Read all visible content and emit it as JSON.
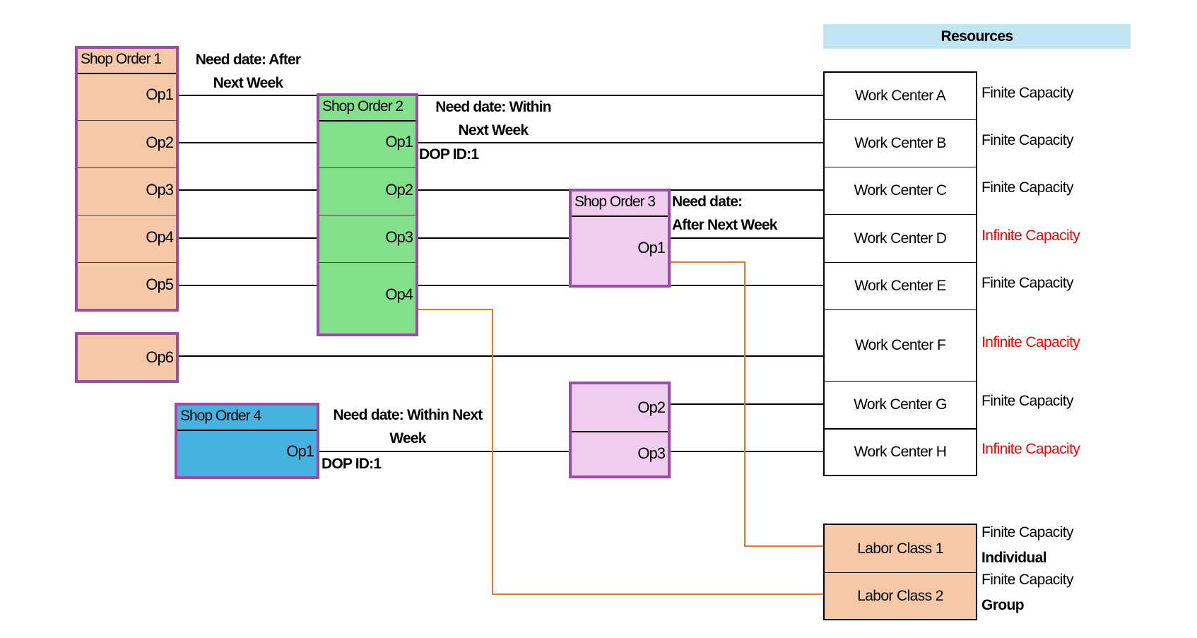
{
  "colors": {
    "box_border": "#9a4ca8",
    "shop_order_1": "#f5c9a8",
    "shop_order_2": "#82e08a",
    "shop_order_3": "#f0cdee",
    "shop_order_4": "#45b3e0",
    "labor": "#f5c9a8",
    "resources_header": "#c0e6f4",
    "link_line": "#e8752c",
    "infinite_text": "#ff0000"
  },
  "resources": {
    "header": "Resources",
    "work_centers": [
      {
        "name": "Work Center A",
        "capacity": "Finite Capacity",
        "infinite": false
      },
      {
        "name": "Work Center B",
        "capacity": "Finite Capacity",
        "infinite": false
      },
      {
        "name": "Work Center C",
        "capacity": "Finite Capacity",
        "infinite": false
      },
      {
        "name": "Work Center D",
        "capacity": "Infinite Capacity",
        "infinite": true
      },
      {
        "name": "Work Center E",
        "capacity": "Finite Capacity",
        "infinite": false
      },
      {
        "name": "Work Center F",
        "capacity": "Infinite Capacity",
        "infinite": true
      },
      {
        "name": "Work Center G",
        "capacity": "Finite Capacity",
        "infinite": false
      },
      {
        "name": "Work Center H",
        "capacity": "Infinite Capacity",
        "infinite": true
      }
    ],
    "labor_classes": [
      {
        "name": "Labor Class 1",
        "capacity": "Finite Capacity",
        "type": "Individual"
      },
      {
        "name": "Labor Class 2",
        "capacity": "Finite Capacity",
        "type": "Group"
      }
    ]
  },
  "shop_orders": {
    "so1": {
      "title": "Shop Order 1",
      "note_line1": "Need date: After",
      "note_line2": "Next Week",
      "ops": [
        "Op1",
        "Op2",
        "Op3",
        "Op4",
        "Op5"
      ],
      "extra_op": "Op6"
    },
    "so2": {
      "title": "Shop Order 2",
      "note_line1": "Need date: Within",
      "note_line2": "Next Week",
      "dop": "DOP ID:1",
      "ops": [
        "Op1",
        "Op2",
        "Op3",
        "Op4"
      ]
    },
    "so3": {
      "title": "Shop Order 3",
      "note_line1": "Need date:",
      "note_line2": "After Next Week",
      "ops": [
        "Op1"
      ],
      "extra_ops": [
        "Op2",
        "Op3"
      ]
    },
    "so4": {
      "title": "Shop Order 4",
      "note_line1": "Need date: Within Next",
      "note_line2": "Week",
      "dop": "DOP ID:1",
      "ops": [
        "Op1"
      ]
    }
  }
}
